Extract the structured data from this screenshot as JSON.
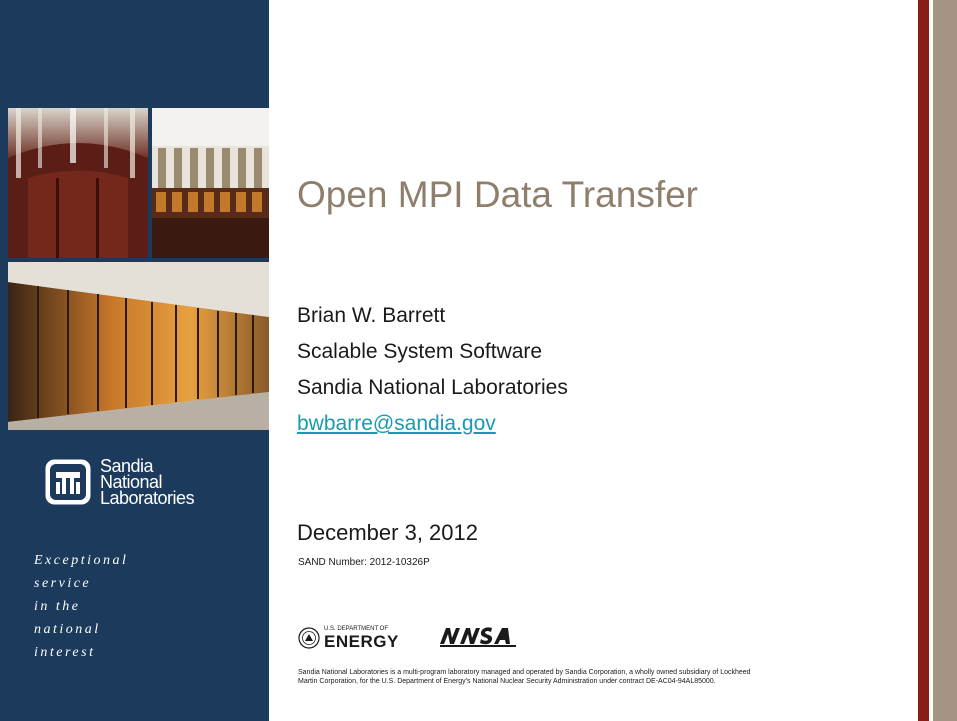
{
  "slide": {
    "title": "Open MPI Data Transfer",
    "author": "Brian W. Barrett",
    "department": "Scalable System Software",
    "organization": "Sandia National Laboratories",
    "email": "bwbarre@sandia.gov",
    "date": "December 3, 2012",
    "sand_number": "SAND Number: 2012-10326P",
    "disclaimer_line1": "Sandia National Laboratories is a multi-program laboratory managed and operated by Sandia Corporation, a wholly owned subsidiary of Lockheed",
    "disclaimer_line2": "Martin Corporation, for the U.S. Department of Energy's National Nuclear Security Administration under contract DE-AC04-94AL85000."
  },
  "sidebar": {
    "logo_line1": "Sandia",
    "logo_line2": "National",
    "logo_line3": "Laboratories",
    "motto": [
      "Exceptional",
      "service",
      "in the",
      "national",
      "interest"
    ]
  },
  "agency_logos": {
    "doe_small": "U.S. DEPARTMENT OF",
    "doe_big": "ENERGY",
    "nnsa_icon": "nnsa-logo"
  },
  "icons": {
    "sandia": "sandia-thunderbird-icon",
    "doe": "doe-seal-icon"
  },
  "colors": {
    "navy": "#1b3a5c",
    "title": "#8e7e6c",
    "link": "#1a9ab0",
    "red_bar": "#8b1c14",
    "tan_bar": "#a39483"
  }
}
